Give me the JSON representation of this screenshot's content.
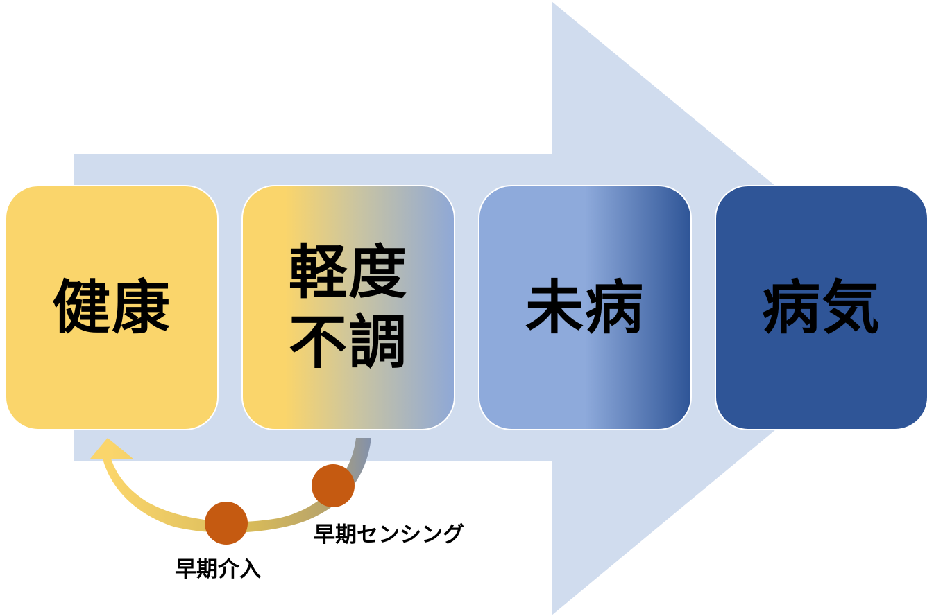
{
  "stages": [
    {
      "label": "健康",
      "color": "#fad56b"
    },
    {
      "label": "軽度\n不調",
      "color": "#c9c4a2"
    },
    {
      "label": "未病",
      "color": "#8eaadb"
    },
    {
      "label": "病気",
      "color": "#2f5597"
    }
  ],
  "notes": {
    "intervention": "早期介入",
    "sensing": "早期センシング"
  },
  "colors": {
    "background_arrow": "#d0dcee",
    "marker": "#c55a11",
    "healthy": "#fad56b",
    "disease": "#2f5597"
  }
}
